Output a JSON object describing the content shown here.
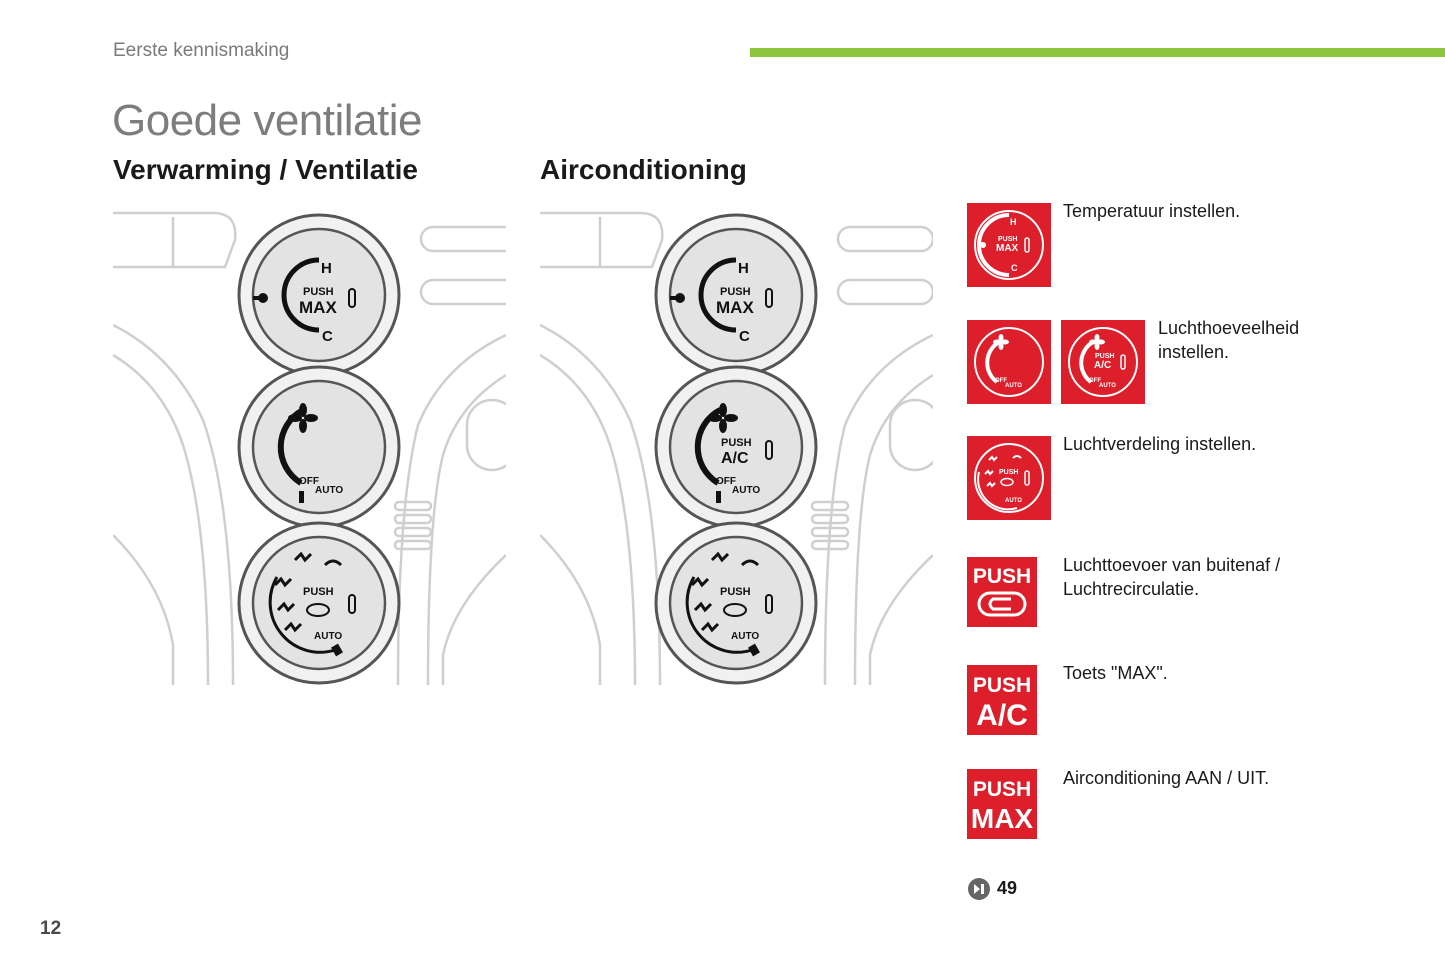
{
  "header": {
    "section": "Eerste kennismaking",
    "title": "Goede ventilatie"
  },
  "columns": {
    "left_heading": "Verwarming / Ventilatie",
    "right_heading": "Airconditioning"
  },
  "knob_text": {
    "push": "PUSH",
    "max": "MAX",
    "ac": "A/C",
    "h": "H",
    "c": "C",
    "off": "OFF",
    "auto": "AUTO"
  },
  "legend": [
    {
      "text": "Temperatuur instellen."
    },
    {
      "text": "Luchthoeveelheid instellen."
    },
    {
      "text": "Luchtverdeling instellen."
    },
    {
      "text": "Luchttoevoer van buitenaf / Luchtrecirculatie."
    },
    {
      "text": "Toets \"MAX\"."
    },
    {
      "text": "Airconditioning AAN / UIT."
    }
  ],
  "legend_lines": {
    "l2a": "Luchthoeveelheid",
    "l2b": "instellen.",
    "l4a": "Luchttoevoer van buitenaf /",
    "l4b": "Luchtrecirculatie."
  },
  "reference": {
    "page": "49",
    "icon": "page-reference-icon"
  },
  "footer": {
    "page_number": "12"
  },
  "colors": {
    "accent_bar": "#8dc63f",
    "tile_red": "#dc1f2b",
    "title_gray": "#7d7d7d"
  }
}
